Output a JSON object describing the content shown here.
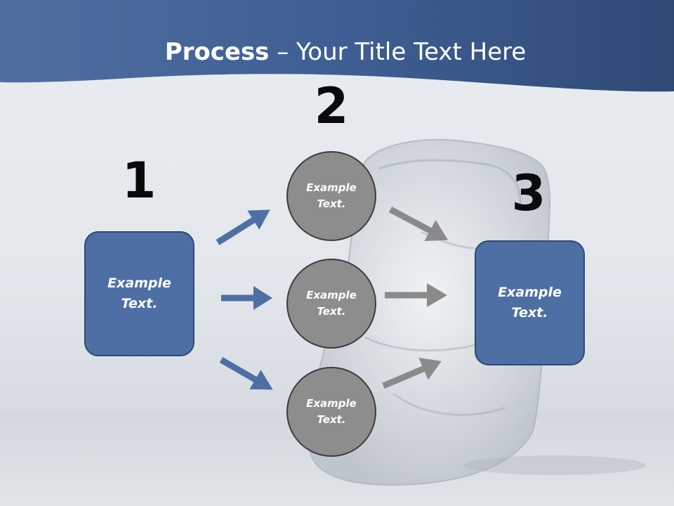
{
  "title": {
    "bold": "Process",
    "rest": " – Your Title Text Here"
  },
  "steps": [
    {
      "number": "1"
    },
    {
      "number": "2"
    },
    {
      "number": "3"
    }
  ],
  "source_box": {
    "line1": "Example",
    "line2": "Text."
  },
  "circles": [
    {
      "line1": "Example",
      "line2": "Text."
    },
    {
      "line1": "Example",
      "line2": "Text."
    },
    {
      "line1": "Example",
      "line2": "Text."
    }
  ],
  "target_box": {
    "line1": "Example",
    "line2": "Text."
  },
  "colors": {
    "header_blue": "#3f5f94",
    "box_blue": "#4d6fa3",
    "arrow_blue": "#4d6fa3",
    "circle_gray": "#8d8d8d",
    "arrow_gray": "#8a8a8a"
  }
}
